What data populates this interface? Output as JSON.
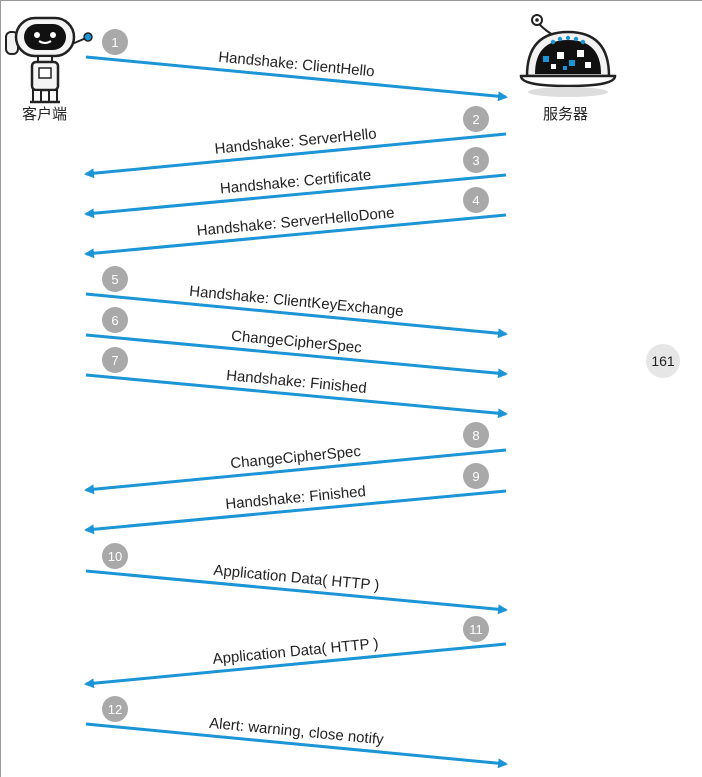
{
  "parties": {
    "client_label": "客户端",
    "server_label": "服务器"
  },
  "page_number": "161",
  "messages": [
    {
      "step": "1",
      "label": "Handshake: ClientHello",
      "direction": "to-server"
    },
    {
      "step": "2",
      "label": "Handshake: ServerHello",
      "direction": "to-client"
    },
    {
      "step": "3",
      "label": "Handshake: Certificate",
      "direction": "to-client"
    },
    {
      "step": "4",
      "label": "Handshake: ServerHelloDone",
      "direction": "to-client"
    },
    {
      "step": "5",
      "label": "Handshake: ClientKeyExchange",
      "direction": "to-server"
    },
    {
      "step": "6",
      "label": "ChangeCipherSpec",
      "direction": "to-server"
    },
    {
      "step": "7",
      "label": "Handshake: Finished",
      "direction": "to-server"
    },
    {
      "step": "8",
      "label": "ChangeCipherSpec",
      "direction": "to-client"
    },
    {
      "step": "9",
      "label": "Handshake: Finished",
      "direction": "to-client"
    },
    {
      "step": "10",
      "label": "Application Data( HTTP )",
      "direction": "to-server"
    },
    {
      "step": "11",
      "label": "Application Data( HTTP )",
      "direction": "to-client"
    },
    {
      "step": "12",
      "label": "Alert: warning, close notify",
      "direction": "to-server"
    }
  ],
  "colors": {
    "arrow": "#1b95d6",
    "step_badge": "#a9a9a9",
    "step_text": "#ffffff",
    "label_text": "#222222"
  }
}
